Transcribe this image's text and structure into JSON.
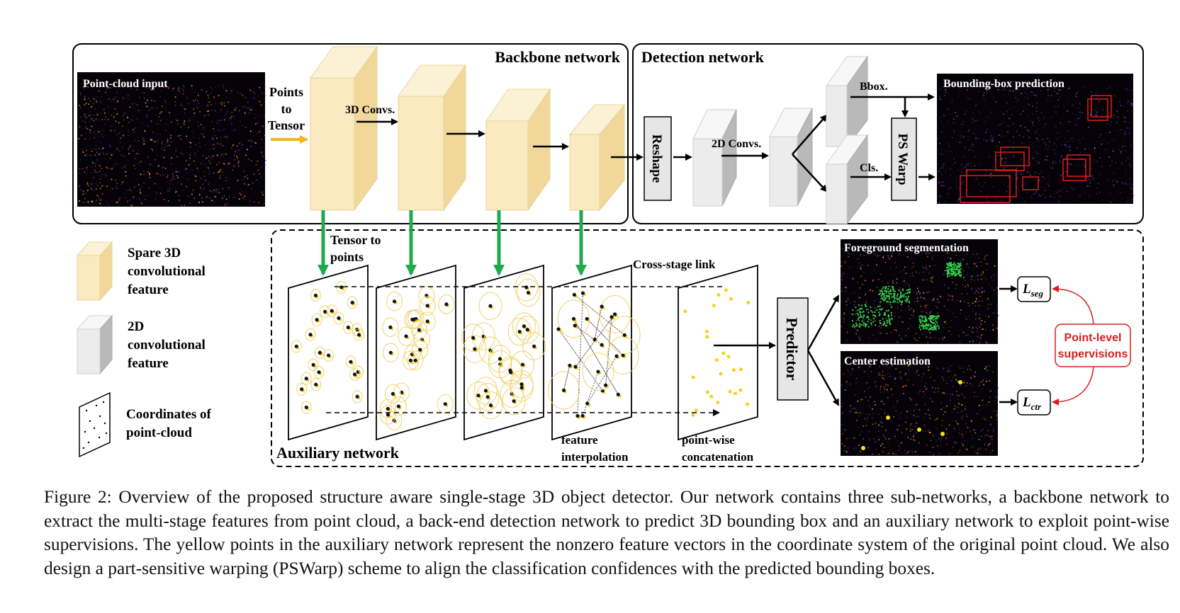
{
  "backbone": {
    "title": "Backbone network",
    "input_label": "Point-cloud input",
    "points_to_tensor": [
      "Points",
      "to",
      "Tensor"
    ],
    "convs_label": "3D Convs."
  },
  "detection": {
    "title": "Detection network",
    "reshape": "Reshape",
    "convs_label": "2D Convs.",
    "bbox_label": "Bbox.",
    "cls_label": "Cls.",
    "pswarp": "PS Warp",
    "output_label": "Bounding-box prediction"
  },
  "legend": {
    "sparse3d": [
      "Spare 3D",
      "convolutional",
      "feature"
    ],
    "conv2d": [
      "2D",
      "convolutional",
      "feature"
    ],
    "coords": [
      "Coordinates of",
      "point-cloud"
    ]
  },
  "auxiliary": {
    "title": "Auxiliary network",
    "tensor_to_points": [
      "Tensor to",
      "points"
    ],
    "cross_stage": "Cross-stage link",
    "feature_interp": [
      "feature",
      "interpolation"
    ],
    "pointwise_concat": [
      "point-wise",
      "concatenation"
    ],
    "predictor": "Predictor",
    "fg_seg": "Foreground segmentation",
    "center_est": "Center estimation",
    "loss_seg": "L",
    "loss_seg_sub": "seg",
    "loss_ctr": "L",
    "loss_ctr_sub": "ctr",
    "point_level": [
      "Point-level",
      "supervisions"
    ]
  },
  "caption": "Figure 2: Overview of the proposed structure aware single-stage 3D object detector. Our network contains three sub-networks, a backbone network to extract the multi-stage features from point cloud, a back-end detection network to predict 3D bounding box and an auxiliary network to exploit point-wise supervisions. The yellow points in the auxiliary network represent the nonzero feature vectors in the coordinate system of the original point cloud. We also design a part-sensitive warping (PSWarp) scheme to align the classification confidences with the predicted bounding boxes.",
  "colors": {
    "sparse_front": "#fbe9bf",
    "sparse_side": "#f1d79a",
    "conv2d_front": "#eeeeee",
    "conv2d_side": "#b9b9b9",
    "green_arrow": "#1faa4b",
    "yellow_point": "#f6d21a",
    "red_label": "#d81f1f"
  }
}
